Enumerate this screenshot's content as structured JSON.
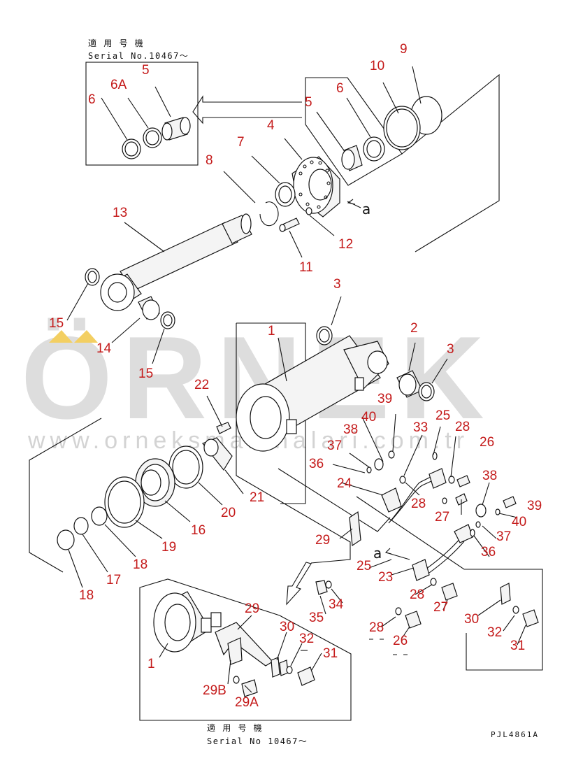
{
  "header_note": {
    "line1": "適 用 号 機",
    "line2": "Serial No.10467～"
  },
  "footer_note": {
    "line1": "適 用 号 機",
    "line2": "Serial No 10467～"
  },
  "drawing_code": "PJL4861A",
  "watermark": {
    "brand": "ÖRNEK",
    "url": "www.orneksmakinalari.com.tr"
  },
  "view_marker": "a",
  "callouts": [
    "9",
    "10",
    "6",
    "5",
    "4",
    "7",
    "8",
    "13",
    "12",
    "11",
    "15",
    "14",
    "15",
    "3",
    "1",
    "2",
    "3",
    "22",
    "39",
    "40",
    "38",
    "33",
    "25",
    "28",
    "37",
    "36",
    "26",
    "24",
    "38",
    "39",
    "40",
    "28",
    "27",
    "37",
    "36",
    "21",
    "20",
    "16",
    "19",
    "18",
    "17",
    "18",
    "29",
    "25",
    "23",
    "28",
    "27",
    "34",
    "35",
    "30",
    "28",
    "26",
    "32",
    "31",
    "29",
    "30",
    "32",
    "31",
    "29B",
    "29A",
    "1",
    "5",
    "6A",
    "6"
  ],
  "colors": {
    "callout": "#c41a1a",
    "line": "#111111",
    "watermark": "#c8c8c8",
    "watermark_accent": "#f3cf62"
  }
}
